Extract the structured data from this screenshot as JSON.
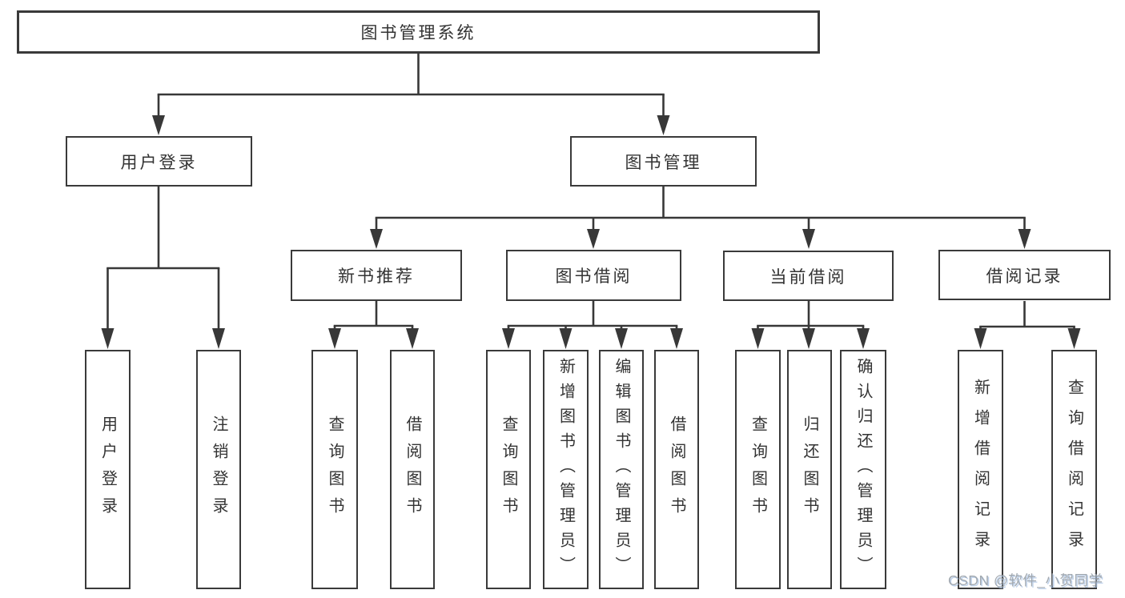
{
  "tree": {
    "root": "图书管理系统",
    "login": {
      "label": "用户登录",
      "children": [
        "用户登录",
        "注销登录"
      ]
    },
    "mgmt": {
      "label": "图书管理",
      "sections": [
        {
          "label": "新书推荐",
          "children": [
            "查询图书",
            "借阅图书"
          ]
        },
        {
          "label": "图书借阅",
          "children": [
            "查询图书",
            "新增图书（管理员）",
            "编辑图书（管理员）",
            "借阅图书"
          ]
        },
        {
          "label": "当前借阅",
          "children": [
            "查询图书",
            "归还图书",
            "确认归还（管理员）"
          ]
        },
        {
          "label": "借阅记录",
          "children": [
            "新增借阅记录",
            "查询借阅记录"
          ]
        }
      ]
    }
  },
  "watermark": "CSDN @软件_小贺同学",
  "colors": {
    "line": "#383838",
    "text": "#333333",
    "box_background": "#ffffff",
    "watermark_text": "#9aa1a9"
  }
}
